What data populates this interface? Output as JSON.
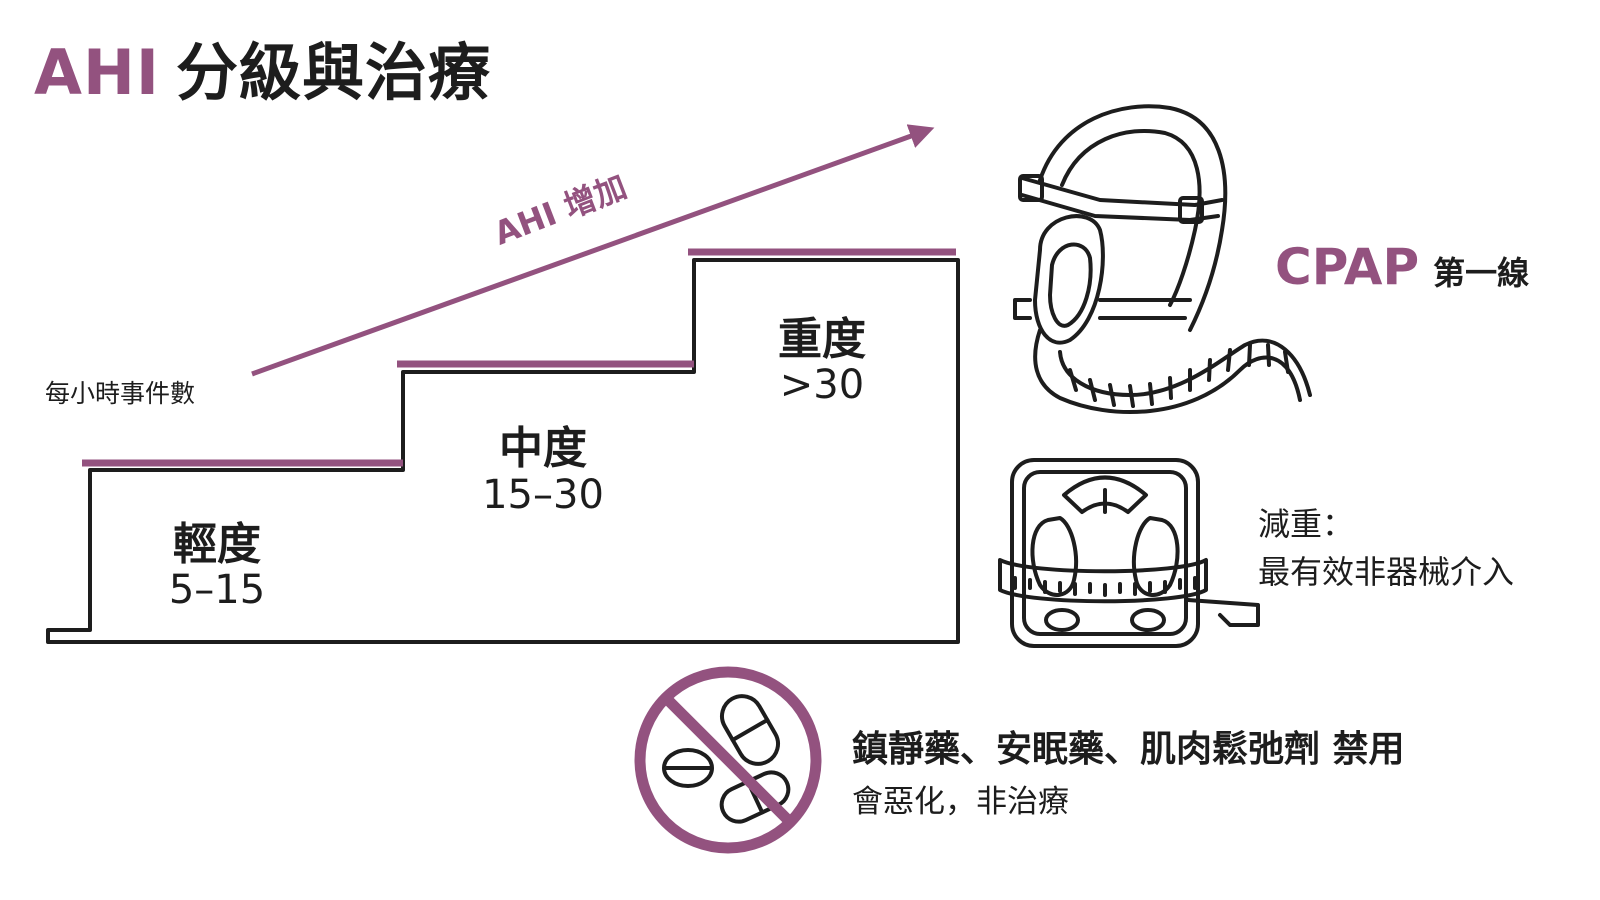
{
  "title": {
    "accent": "AHI",
    "rest": "分級與治療"
  },
  "axis_label": "每小時事件數",
  "arrow_label": "AHI 增加",
  "steps": [
    {
      "name": "輕度",
      "range": "5–15"
    },
    {
      "name": "中度",
      "range": "15–30"
    },
    {
      "name": "重度",
      "range": ">30"
    }
  ],
  "treatments": {
    "cpap": {
      "title": "CPAP",
      "note": "第一線",
      "icon": "cpap-mask-icon"
    },
    "weight": {
      "line1": "減重：",
      "line2": "最有效非器械介入",
      "icon": "scale-tape-icon"
    },
    "drugs": {
      "line1": "鎮靜藥、安眠藥、肌肉鬆弛劑 禁用",
      "line2": "會惡化，非治療",
      "icon": "no-pills-icon"
    }
  },
  "colors": {
    "accent": "#93527f",
    "ink": "#1d1d1d"
  }
}
